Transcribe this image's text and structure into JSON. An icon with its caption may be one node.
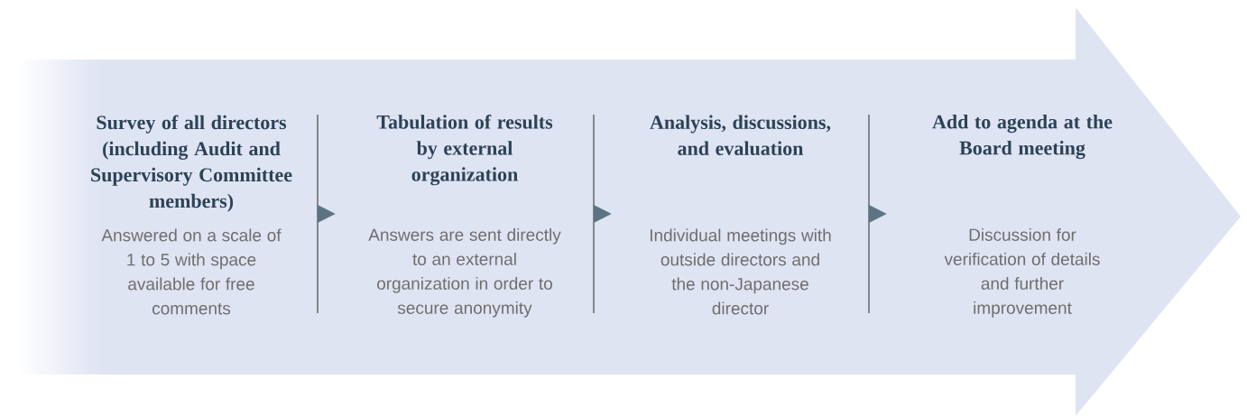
{
  "diagram": {
    "nodes": [
      {
        "text": [],
        "shape": "arrow"
      },
      {
        "text": [
          "Survey of all directors (including Audit and Supervisory Committee members)",
          "Answered on a scale of 1 to 5 with space available for free comments"
        ],
        "in": 0
      },
      {
        "text": [
          "Tabulation of results by external organization",
          "Answers are sent directly to an external organization in order to secure anonymity"
        ],
        "in": 0
      },
      {
        "text": [
          "Analysis, discussions, and evaluation",
          "Individual meetings with outside directors and the non-Japanese director"
        ],
        "in": 0
      },
      {
        "text": [
          "Add to agenda at the Board meeting",
          "Discussion for verification of details and further improvement"
        ],
        "in": 0
      }
    ],
    "edges": [
      {
        "from": 1,
        "to": 2,
        "arrow": "to"
      },
      {
        "from": 2,
        "to": 3,
        "arrow": "to"
      },
      {
        "from": 3,
        "to": 4,
        "arrow": "to"
      }
    ]
  }
}
